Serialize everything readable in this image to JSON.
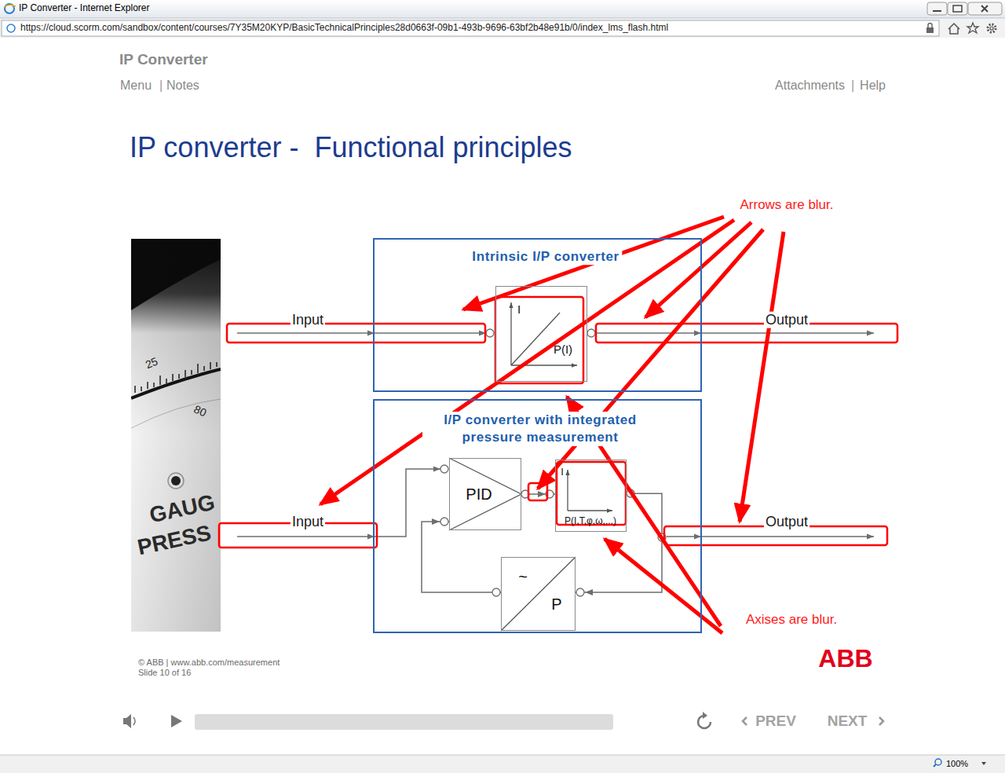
{
  "diagram": {
    "title": "IP converter -  Functional principles",
    "nodes": [
      {
        "text": [
          "Intrinsic I/P converter"
        ]
      },
      {
        "text": [
          "I",
          "P(I)"
        ],
        "in": 0
      },
      {
        "text": [
          "I/P converter with integrated pressure measurement"
        ]
      },
      {
        "text": [
          "PID"
        ],
        "in": 2
      },
      {
        "text": [
          "I",
          "P(I,T,φ,ω,...)"
        ],
        "in": 2
      },
      {
        "text": [
          "~",
          "P"
        ],
        "in": 2
      }
    ],
    "edges": [
      {
        "from": 3,
        "to": 4,
        "arrow": "to"
      },
      {
        "from": 4,
        "to": 5,
        "arrow": "to"
      },
      {
        "from": 5,
        "to": 3,
        "arrow": "to"
      }
    ],
    "labels": [
      "IP Converter - Internet Explorer",
      "https://cloud.scorm.com/sandbox/content/courses/7Y35M20KYP/BasicTechnicalPrinciples28d0663f-09b1-493b-9696-63bf2b48e91b/0/index_lms_flash.html",
      "IP Converter",
      "Menu",
      "|",
      "Notes",
      "Attachments",
      "|",
      "Help",
      "Input",
      "Output",
      "Input",
      "Output",
      "Arrows are blur.",
      "Axises are blur.",
      "25",
      "80",
      "GAUG",
      "PRESS",
      "© ABB | www.abb.com/measurement",
      "Slide 10 of 16",
      "ABB",
      "PREV",
      "NEXT",
      "100%"
    ]
  }
}
